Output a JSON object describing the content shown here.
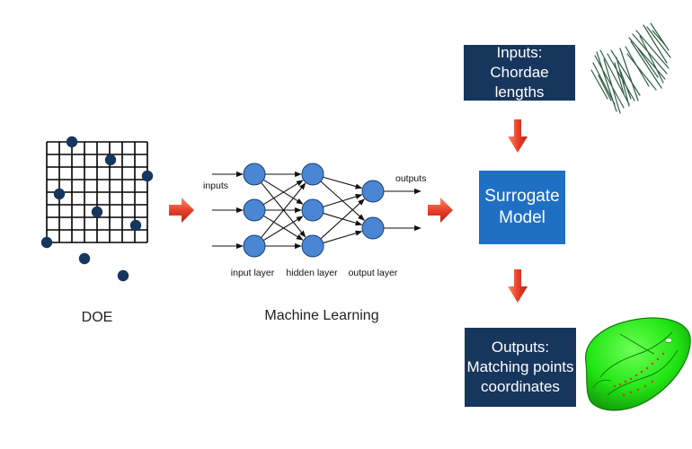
{
  "labels": {
    "doe": "DOE",
    "machine_learning": "Machine Learning",
    "inputs": "inputs",
    "outputs": "outputs",
    "input_layer": "input layer",
    "hidden_layer": "hidden layer",
    "output_layer": "output layer"
  },
  "boxes": {
    "inputs": {
      "line1": "Inputs:",
      "line2": "Chordae lengths"
    },
    "surrogate": {
      "line1": "Surrogate",
      "line2": "Model"
    },
    "outputs": {
      "line1": "Outputs:",
      "line2": "Matching points",
      "line3": "coordinates"
    }
  },
  "colors": {
    "dark_box": "#17365d",
    "surrogate_box": "#1f6fc5",
    "node": "#4a86d4",
    "dot": "#17365d",
    "arrow": "#e8412c",
    "chordae": "#2f5e46",
    "mesh": "#22e614"
  }
}
